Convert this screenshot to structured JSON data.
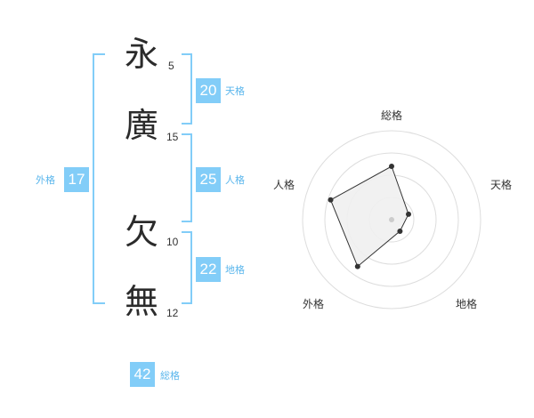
{
  "colors": {
    "accent": "#82cdf8",
    "accent_text": "#5ab6ec",
    "kanji": "#2b2b2b",
    "radar_fill": "#f0f0f0",
    "radar_stroke": "#333333",
    "ring": "#dddddd"
  },
  "name": {
    "characters": [
      {
        "char": "永",
        "strokes": "5"
      },
      {
        "char": "廣",
        "strokes": "15"
      },
      {
        "char": "欠",
        "strokes": "10"
      },
      {
        "char": "無",
        "strokes": "12"
      }
    ]
  },
  "fortunes": {
    "tenkaku": {
      "label": "天格",
      "value": "20"
    },
    "jinkaku": {
      "label": "人格",
      "value": "25"
    },
    "chikaku": {
      "label": "地格",
      "value": "22"
    },
    "gaikaku": {
      "label": "外格",
      "value": "17"
    },
    "soukaku": {
      "label": "総格",
      "value": "42"
    }
  },
  "chart_data": {
    "type": "radar",
    "axes": [
      "総格",
      "天格",
      "地格",
      "外格",
      "人格"
    ],
    "values": [
      0.6,
      0.2,
      0.16,
      0.65,
      0.72
    ],
    "ring_count": 4
  }
}
